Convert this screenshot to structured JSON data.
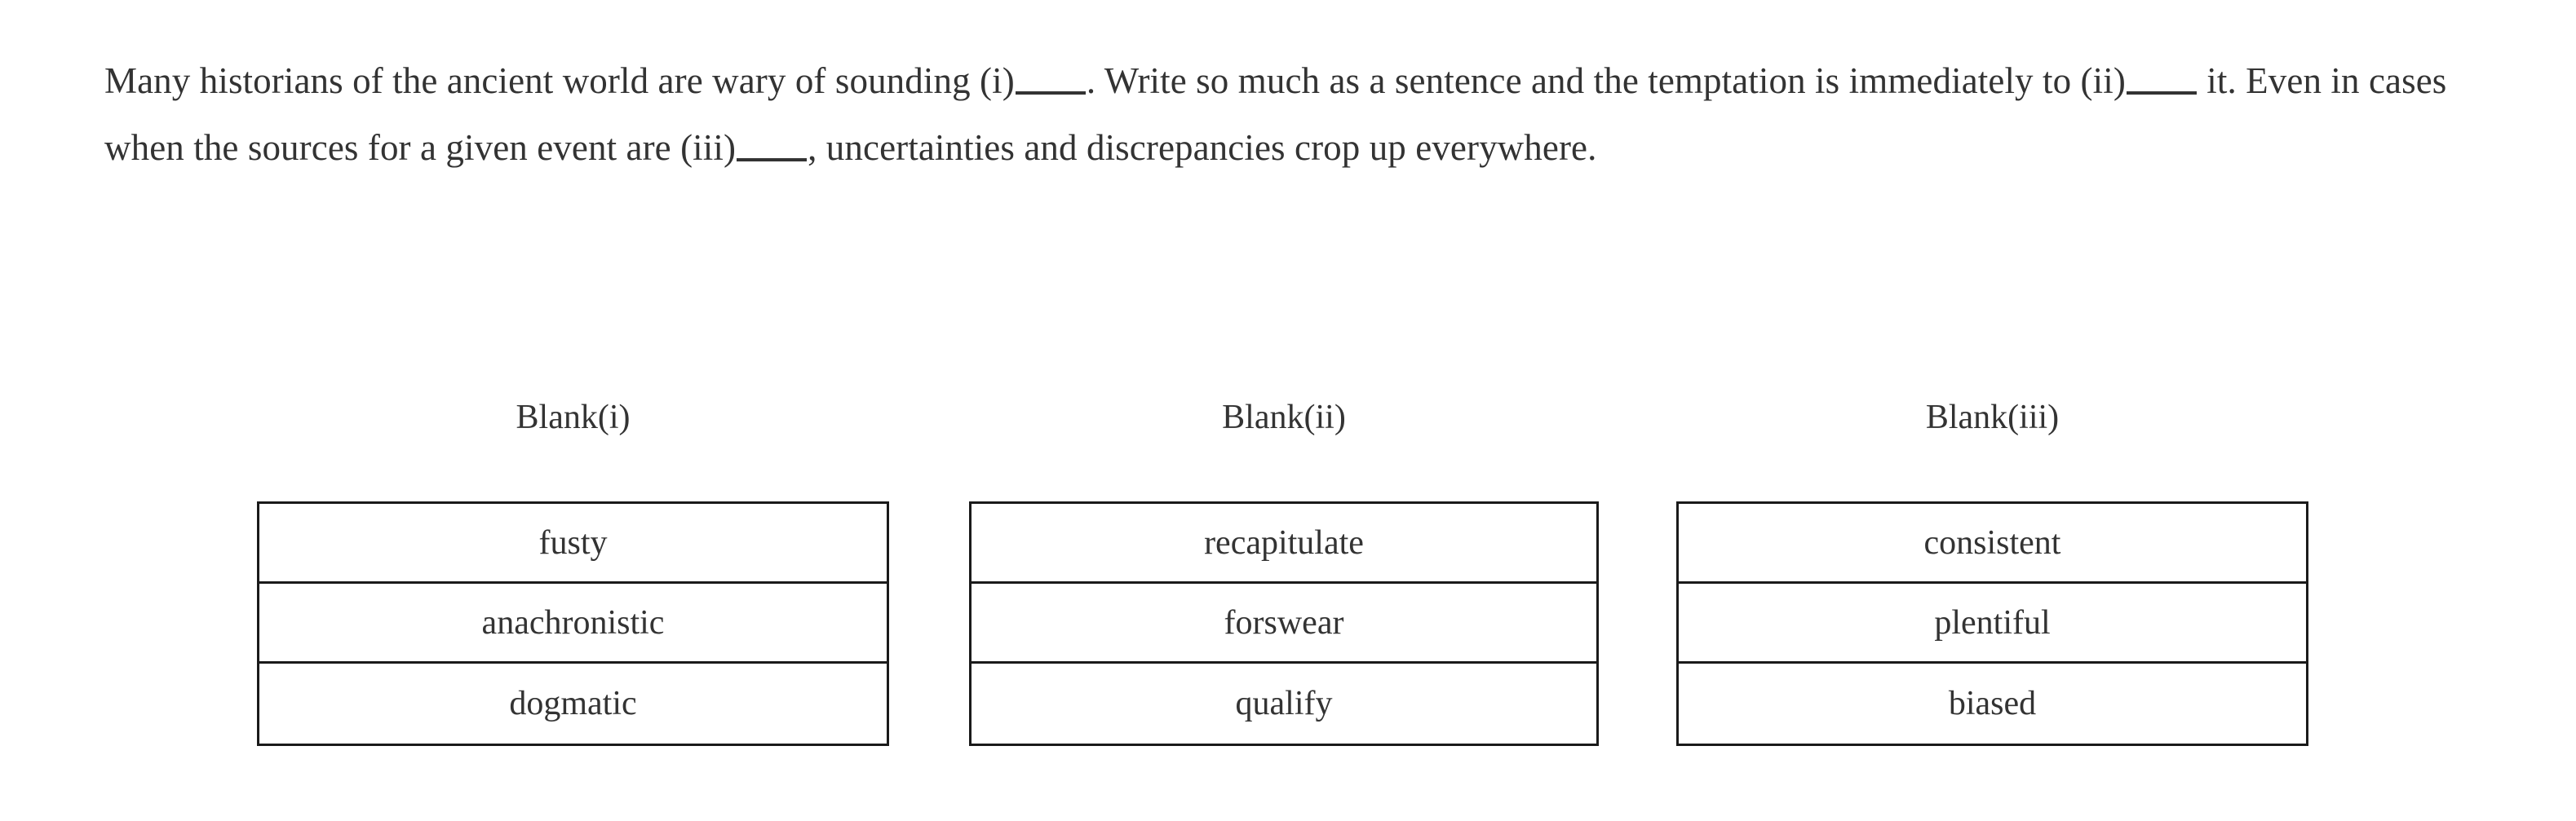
{
  "question": {
    "type": "text-completion",
    "passage_segments": [
      {
        "kind": "text",
        "value": "Many historians of the ancient world are wary of sounding (i)"
      },
      {
        "kind": "blank",
        "value": "_____"
      },
      {
        "kind": "text",
        "value": ". Write so much as a sentence and the temptation is immediately to (ii)"
      },
      {
        "kind": "blank",
        "value": "_____"
      },
      {
        "kind": "text",
        "value": " it. Even in cases when the sources for a given event are (iii)"
      },
      {
        "kind": "blank",
        "value": "_____"
      },
      {
        "kind": "text",
        "value": ", uncertainties and discrepancies crop up everywhere."
      }
    ],
    "passage_text": "Many historians of the ancient world are wary of sounding (i)_____. Write so much as a sentence and the temptation is immediately to (ii)_____ it. Even in cases when the sources for a given event are (iii)_____, uncertainties and discrepancies crop up everywhere.",
    "passage_line_1": "Many historians of the ancient world are wary of sounding (i)_____. Write so much as a sentence and the temptation is immediately to",
    "passage_line_2": "(ii)_____ it. Even in cases when the sources for a given event are (iii)_____, uncertainties and discrepancies crop up everywhere."
  },
  "columns": [
    {
      "id": "blank-i",
      "header": "Blank(i)",
      "choices": [
        {
          "label": "fusty"
        },
        {
          "label": "anachronistic"
        },
        {
          "label": "dogmatic"
        }
      ]
    },
    {
      "id": "blank-ii",
      "header": "Blank(ii)",
      "choices": [
        {
          "label": "recapitulate"
        },
        {
          "label": "forswear"
        },
        {
          "label": "qualify"
        }
      ]
    },
    {
      "id": "blank-iii",
      "header": "Blank(iii)",
      "choices": [
        {
          "label": "consistent"
        },
        {
          "label": "plentiful"
        },
        {
          "label": "biased"
        }
      ]
    }
  ],
  "colors": {
    "background": "#ffffff",
    "text": "#333333",
    "border": "#1a1a1a"
  }
}
